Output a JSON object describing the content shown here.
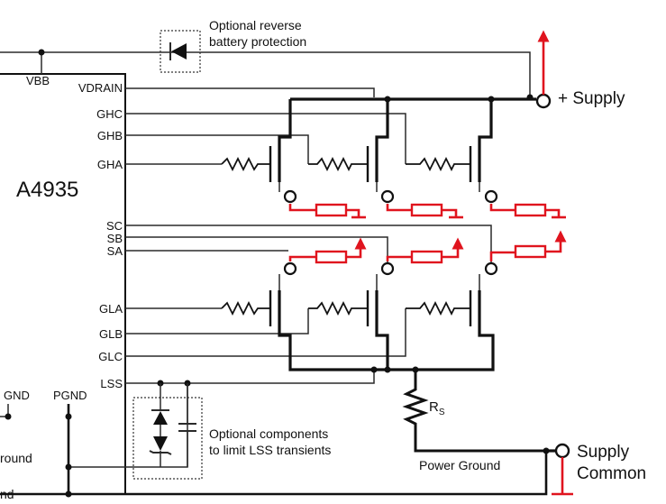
{
  "ic": {
    "name": "A4935",
    "left_pins": {
      "vbb": "VBB",
      "gnd": "GND",
      "pgnd": "PGND"
    },
    "right_pins": [
      "VDRAIN",
      "GHC",
      "GHB",
      "GHA",
      "SC",
      "SB",
      "SA",
      "GLA",
      "GLB",
      "GLC",
      "LSS"
    ]
  },
  "labels": {
    "reverse_protection": [
      "Optional reverse",
      "battery protection"
    ],
    "lss_components": [
      "Optional components",
      "to limit LSS transients"
    ],
    "supply_pos": "+ Supply",
    "supply_common": [
      "Supply",
      "Common"
    ],
    "sense_resistor": "R",
    "sense_resistor_sub": "S",
    "power_ground": "Power Ground",
    "ground_fragment_1": "round",
    "ground_fragment_2": "nd"
  },
  "colors": {
    "wire": "#111111",
    "load": "#e0141e"
  }
}
